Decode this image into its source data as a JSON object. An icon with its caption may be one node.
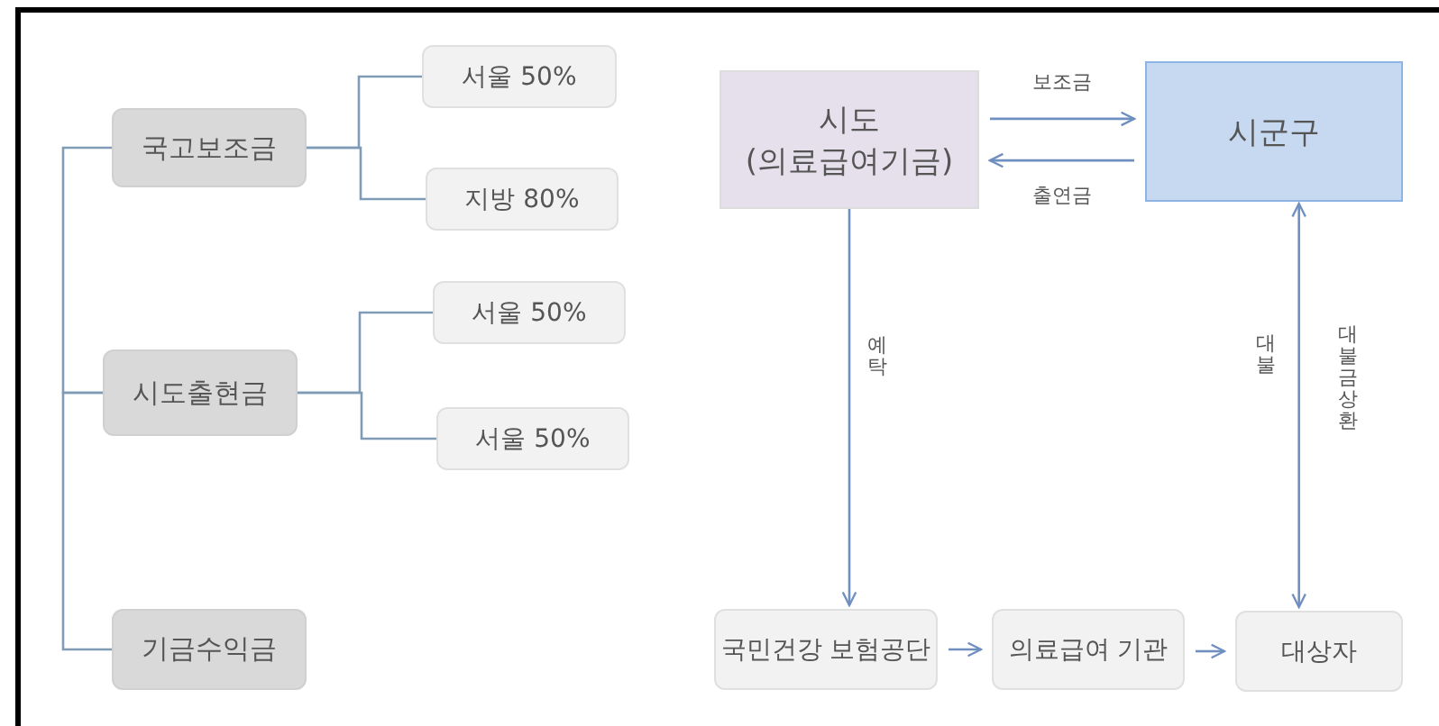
{
  "diagram": {
    "nodes": [
      {
        "text": [
          "국고보조금"
        ]
      },
      {
        "text": [
          "서울 50%"
        ]
      },
      {
        "text": [
          "지방 80%"
        ]
      },
      {
        "text": [
          "시도출현금"
        ]
      },
      {
        "text": [
          "서울 50%"
        ]
      },
      {
        "text": [
          "서울 50%"
        ]
      },
      {
        "text": [
          "기금수익금"
        ]
      },
      {
        "text": [
          "시도 (의료급여기금)"
        ]
      },
      {
        "text": [
          "시군구"
        ]
      },
      {
        "text": [
          "국민건강 보험공단"
        ]
      },
      {
        "text": [
          "의료급여 기관"
        ]
      },
      {
        "text": [
          "대상자"
        ]
      }
    ],
    "edges": [
      {
        "from": 0,
        "to": 1,
        "arrow": "none"
      },
      {
        "from": 0,
        "to": 2,
        "arrow": "none"
      },
      {
        "from": 3,
        "to": 4,
        "arrow": "none"
      },
      {
        "from": 3,
        "to": 5,
        "arrow": "none"
      },
      {
        "from": 0,
        "to": 3,
        "arrow": "none"
      },
      {
        "from": 3,
        "to": 6,
        "arrow": "none"
      },
      {
        "from": 7,
        "to": 8,
        "arrow": "to",
        "label": "보조금"
      },
      {
        "from": 8,
        "to": 7,
        "arrow": "to",
        "label": "출연금"
      },
      {
        "from": 7,
        "to": 9,
        "arrow": "to",
        "label": "예탁"
      },
      {
        "from": 9,
        "to": 10,
        "arrow": "to"
      },
      {
        "from": 10,
        "to": 11,
        "arrow": "to"
      },
      {
        "from": 11,
        "to": 8,
        "arrow": "both",
        "label": "대불"
      }
    ],
    "labels": [
      "대불금상환"
    ]
  }
}
